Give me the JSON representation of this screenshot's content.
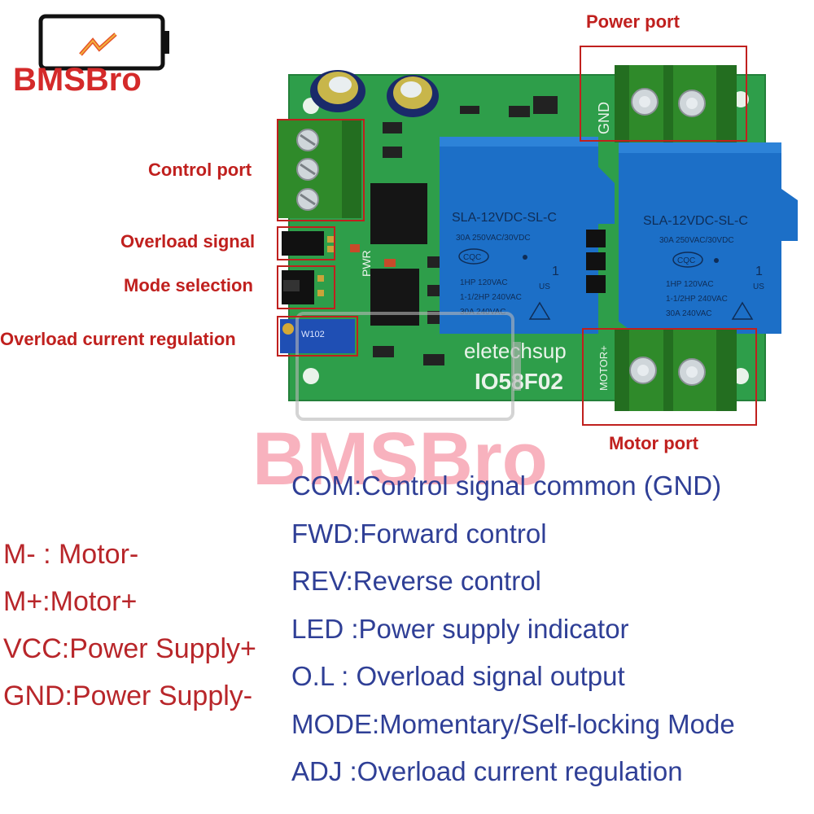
{
  "brand": {
    "name": "BMSBro"
  },
  "watermark": {
    "text": "BMSBro"
  },
  "callouts": {
    "power_port": "Power port",
    "control_port": "Control port",
    "overload_signal": "Overload signal",
    "mode_selection": "Mode selection",
    "overload_current_regulation": "Overload current regulation",
    "motor_port": "Motor port"
  },
  "board": {
    "model": "IO58F02",
    "maker": "eletechsup",
    "gnd_label": "GND",
    "motor_label": "MOTOR+",
    "pwr_label": "PWR",
    "pot_label": "W102",
    "relay": {
      "model": "SLA-12VDC-SL-C",
      "rating": "30A  250VAC/30VDC",
      "cert": "CQC",
      "hp1": "1HP 120VAC",
      "hp2": "1-1/2HP 240VAC",
      "amps": "30A 240VAC",
      "num": "1",
      "ul": "US"
    }
  },
  "legend_left": [
    "M- : Motor-",
    "M+:Motor+",
    "VCC:Power Supply+",
    "GND:Power Supply-"
  ],
  "legend_right": [
    "COM:Control signal common (GND)",
    "FWD:Forward control",
    "REV:Reverse control",
    "LED :Power supply indicator",
    "O.L : Overload signal output",
    "MODE:Momentary/Self-locking Mode",
    "ADJ :Overload current regulation"
  ],
  "colors": {
    "pcb": "#2e9e4a",
    "terminal": "#2f8a2a",
    "relay": "#1c6fc7",
    "callout": "#c0201e",
    "legend_left": "#b8262a",
    "legend_right": "#2f3f96"
  }
}
